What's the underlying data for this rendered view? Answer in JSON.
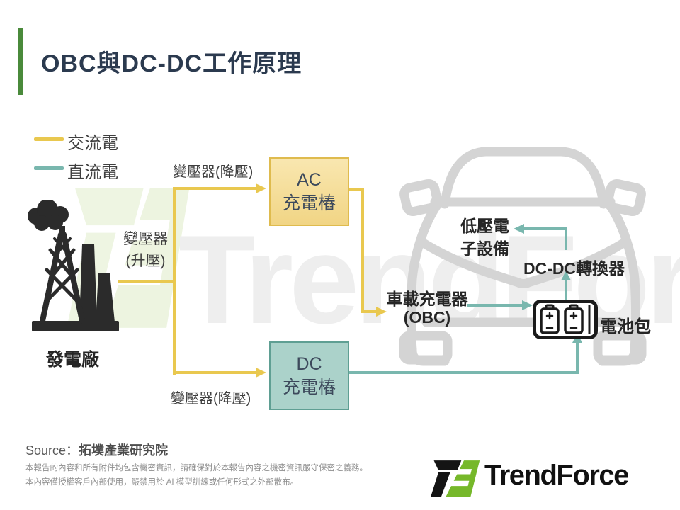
{
  "title": "OBC與DC-DC工作原理",
  "colors": {
    "accent_green": "#4a8a3b",
    "title_navy": "#2b3a4f",
    "ac_yellow": "#e9c84f",
    "dc_teal": "#79b7ae",
    "ac_box_fill": "#f5dd9a",
    "ac_box_border": "#dfbb4e",
    "dc_box_fill": "#abd2ca",
    "dc_box_border": "#5f9f93",
    "car_gray": "#d4d4d4",
    "logo_green": "#76b82a"
  },
  "legend": {
    "ac_label": "交流電",
    "dc_label": "直流電"
  },
  "diagram": {
    "power_plant_label": "發電廠",
    "transformer_step_up_l1": "變壓器",
    "transformer_step_up_l2": "(升壓)",
    "transformer_step_down_ac": "變壓器(降壓)",
    "transformer_step_down_dc": "變壓器(降壓)",
    "ac_station_l1": "AC",
    "ac_station_l2": "充電樁",
    "dc_station_l1": "DC",
    "dc_station_l2": "充電樁",
    "obc_l1": "車載充電器",
    "obc_l2": "(OBC)",
    "low_voltage_l1": "低壓電",
    "low_voltage_l2": "子設備",
    "dcdc_converter": "DC-DC轉換器",
    "battery_pack": "電池包"
  },
  "watermark_text": "TrendForce",
  "footer": {
    "source_prefix": "Source：",
    "source_name": "拓墣產業研究院",
    "disclaimer_l1": "本報告的內容和所有附件均包含機密資訊，請確保對於本報告內容之機密資訊嚴守保密之義務。",
    "disclaimer_l2": "本內容僅授權客戶內部使用，嚴禁用於 AI 模型訓練或任何形式之外部散布。",
    "logo_text": "TrendForce"
  }
}
